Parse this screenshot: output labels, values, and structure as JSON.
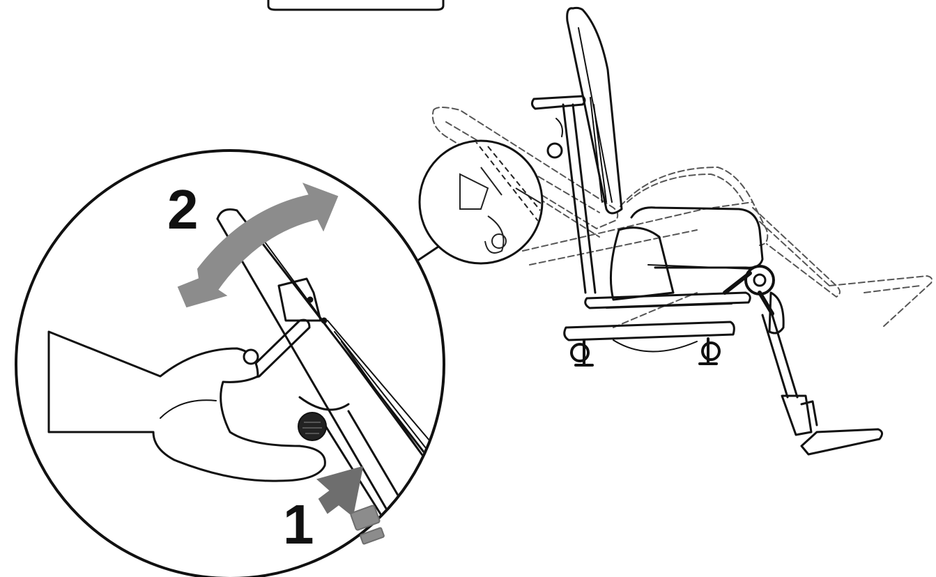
{
  "diagram": {
    "steps": [
      {
        "number": "1",
        "action": "press-release-lever"
      },
      {
        "number": "2",
        "action": "tilt-backrest"
      }
    ],
    "colors": {
      "line": "#111111",
      "arrow_gray": "#8c8c8c",
      "arrow_dark": "#6e6e6e",
      "knob": "#222222",
      "ghost": "#555555"
    },
    "icons": [
      "detail-magnifier-circle",
      "hand-icon",
      "double-arrow-icon",
      "push-arrow-icon"
    ]
  }
}
